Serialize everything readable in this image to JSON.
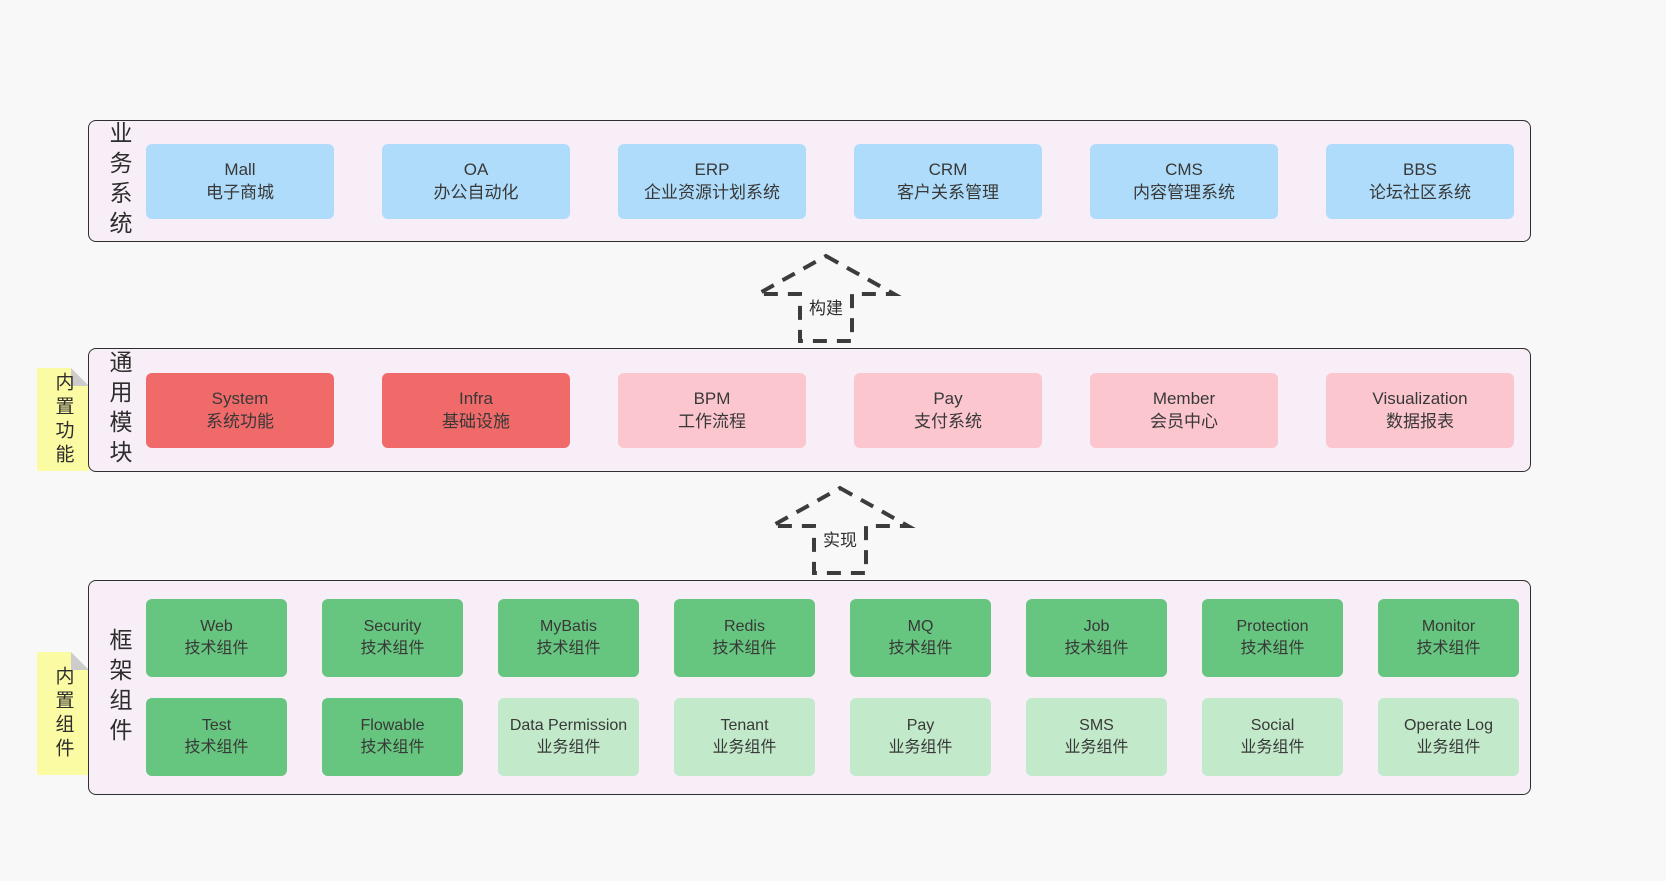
{
  "colors": {
    "page_bg": "#f8f8f8",
    "band_bg": "#f8eef7",
    "band_border": "#2f2f2f",
    "blue": "#aedcfa",
    "red": "#f16a6a",
    "pink": "#fbc6ce",
    "green": "#66c57e",
    "green_light": "#c3e9cb",
    "yellow_note": "#fbfba4",
    "note_fold": "#cccccc",
    "text": "#383838",
    "arrow_stroke": "#3c3c3c"
  },
  "arrows": [
    {
      "label": "构建"
    },
    {
      "label": "实现"
    }
  ],
  "bands": [
    {
      "side_label": "业务系统",
      "note": "",
      "rows": [
        [
          {
            "title": "Mall",
            "subtitle": "电子商城",
            "color": "blue"
          },
          {
            "title": "OA",
            "subtitle": "办公自动化",
            "color": "blue"
          },
          {
            "title": "ERP",
            "subtitle": "企业资源计划系统",
            "color": "blue"
          },
          {
            "title": "CRM",
            "subtitle": "客户关系管理",
            "color": "blue"
          },
          {
            "title": "CMS",
            "subtitle": "内容管理系统",
            "color": "blue"
          },
          {
            "title": "BBS",
            "subtitle": "论坛社区系统",
            "color": "blue"
          }
        ]
      ]
    },
    {
      "side_label": "通用模块",
      "note": "内置功能",
      "rows": [
        [
          {
            "title": "System",
            "subtitle": "系统功能",
            "color": "red"
          },
          {
            "title": "Infra",
            "subtitle": "基础设施",
            "color": "red"
          },
          {
            "title": "BPM",
            "subtitle": "工作流程",
            "color": "pink"
          },
          {
            "title": "Pay",
            "subtitle": "支付系统",
            "color": "pink"
          },
          {
            "title": "Member",
            "subtitle": "会员中心",
            "color": "pink"
          },
          {
            "title": "Visualization",
            "subtitle": "数据报表",
            "color": "pink"
          }
        ]
      ]
    },
    {
      "side_label": "框架组件",
      "note": "内置组件",
      "rows": [
        [
          {
            "title": "Web",
            "subtitle": "技术组件",
            "color": "green"
          },
          {
            "title": "Security",
            "subtitle": "技术组件",
            "color": "green"
          },
          {
            "title": "MyBatis",
            "subtitle": "技术组件",
            "color": "green"
          },
          {
            "title": "Redis",
            "subtitle": "技术组件",
            "color": "green"
          },
          {
            "title": "MQ",
            "subtitle": "技术组件",
            "color": "green"
          },
          {
            "title": "Job",
            "subtitle": "技术组件",
            "color": "green"
          },
          {
            "title": "Protection",
            "subtitle": "技术组件",
            "color": "green"
          },
          {
            "title": "Monitor",
            "subtitle": "技术组件",
            "color": "green"
          }
        ],
        [
          {
            "title": "Test",
            "subtitle": "技术组件",
            "color": "green"
          },
          {
            "title": "Flowable",
            "subtitle": "技术组件",
            "color": "green"
          },
          {
            "title": "Data Permission",
            "subtitle": "业务组件",
            "color": "green_light"
          },
          {
            "title": "Tenant",
            "subtitle": "业务组件",
            "color": "green_light"
          },
          {
            "title": "Pay",
            "subtitle": "业务组件",
            "color": "green_light"
          },
          {
            "title": "SMS",
            "subtitle": "业务组件",
            "color": "green_light"
          },
          {
            "title": "Social",
            "subtitle": "业务组件",
            "color": "green_light"
          },
          {
            "title": "Operate Log",
            "subtitle": "业务组件",
            "color": "green_light"
          }
        ]
      ]
    }
  ]
}
